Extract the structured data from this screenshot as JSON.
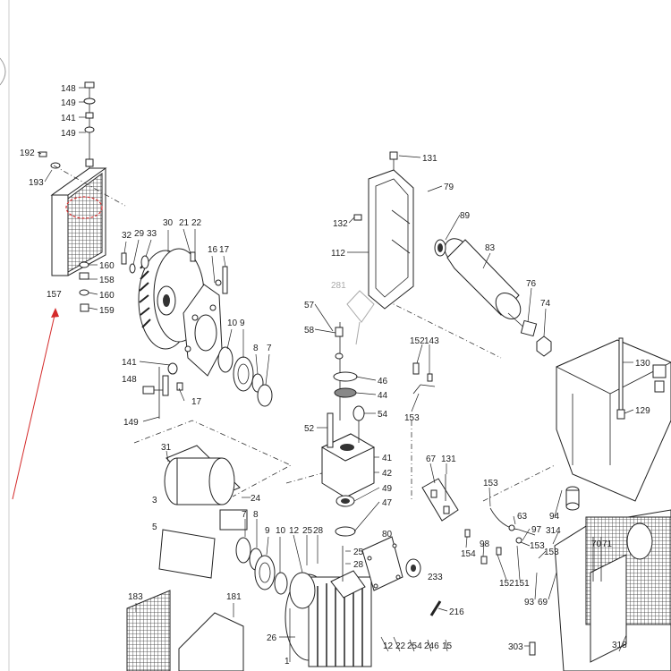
{
  "colors": {
    "ink": "#222222",
    "highlight_circle": "#d42a2a",
    "pointer_arrow": "#d42a2a",
    "ghost_part": "#aaaaaa"
  },
  "labels": [
    "148",
    "149",
    "141",
    "149",
    "192",
    "193",
    "157",
    "160",
    "158",
    "160",
    "159",
    "32",
    "29",
    "33",
    "30",
    "21",
    "22",
    "16",
    "17",
    "141",
    "148",
    "149",
    "17",
    "10",
    "9",
    "8",
    "7",
    "31",
    "3",
    "5",
    "24",
    "7",
    "8",
    "9",
    "10",
    "12",
    "25",
    "28",
    "183",
    "181",
    "26",
    "1",
    "131",
    "79",
    "89",
    "132",
    "112",
    "83",
    "281",
    "76",
    "74",
    "57",
    "58",
    "46",
    "44",
    "54",
    "52",
    "41",
    "42",
    "49",
    "47",
    "25",
    "28",
    "80",
    "233",
    "152",
    "143",
    "153",
    "67",
    "131",
    "153",
    "63",
    "97",
    "94",
    "98",
    "154",
    "153",
    "152",
    "151",
    "93",
    "69",
    "70",
    "71",
    "314",
    "153",
    "130",
    "129",
    "216",
    "12",
    "22",
    "254",
    "246",
    "15",
    "303",
    "318"
  ]
}
